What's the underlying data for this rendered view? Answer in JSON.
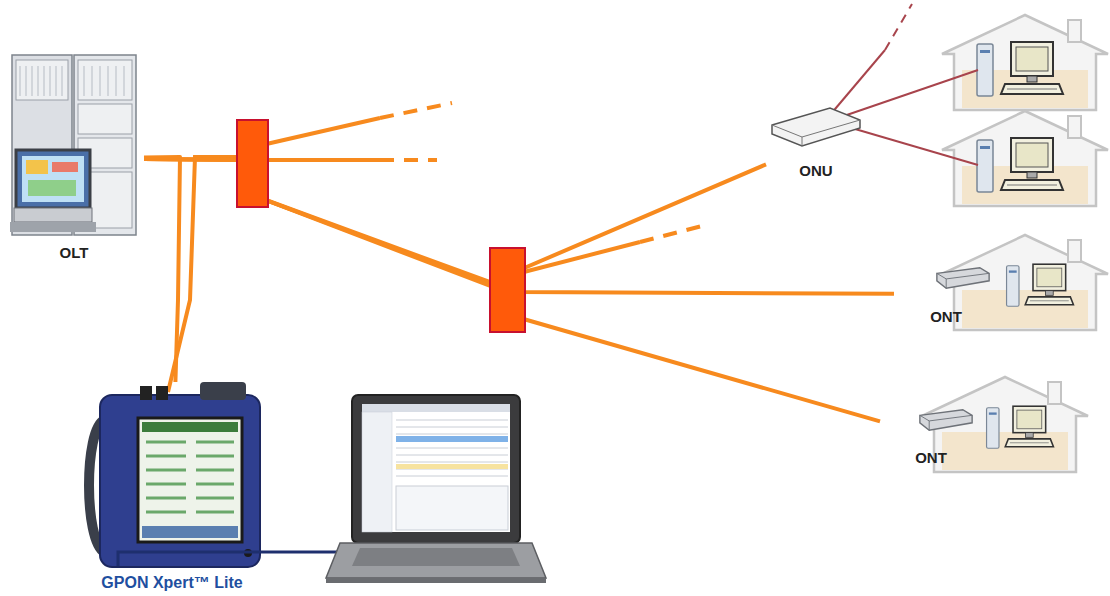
{
  "diagram": {
    "nodes": [
      {
        "text": [
          "OLT"
        ]
      },
      {
        "text": [
          "ONU"
        ]
      },
      {
        "text": [
          "ONT"
        ]
      },
      {
        "text": [
          "ONT"
        ]
      },
      {
        "text": [
          "GPON Xpert™ Lite"
        ]
      }
    ],
    "edges": [
      {
        "from": 0,
        "to": 1,
        "arrow": "none"
      },
      {
        "from": 0,
        "to": 2,
        "arrow": "none"
      },
      {
        "from": 0,
        "to": 3,
        "arrow": "none"
      },
      {
        "from": 4,
        "to": 0,
        "arrow": "none"
      }
    ]
  }
}
